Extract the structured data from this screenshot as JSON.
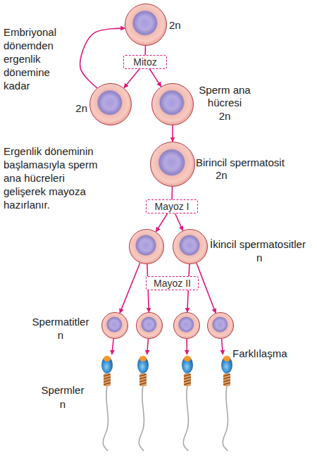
{
  "diagram": {
    "nodes": [
      {
        "text": [
          "2n"
        ]
      },
      {
        "text": [
          "Mitoz"
        ]
      },
      {
        "text": [
          "2n"
        ]
      },
      {
        "text": [
          "Sperm ana hücresi",
          "2n"
        ]
      },
      {
        "text": [
          "Birincil spermatosit",
          "2n"
        ]
      },
      {
        "text": [
          "Mayoz I"
        ]
      },
      {
        "text": []
      },
      {
        "text": [
          "İkincil spermatositler",
          "n"
        ]
      },
      {
        "text": [
          "Mayoz II"
        ]
      },
      {
        "text": [
          "Spermatitler",
          "n"
        ]
      },
      {
        "text": []
      },
      {
        "text": []
      },
      {
        "text": []
      },
      {
        "text": [
          "Spermler",
          "n"
        ]
      },
      {
        "text": []
      },
      {
        "text": []
      },
      {
        "text": []
      }
    ],
    "edges": [
      {
        "from": 0,
        "to": 1,
        "arrow": "none"
      },
      {
        "from": 1,
        "to": 2,
        "arrow": "to"
      },
      {
        "from": 1,
        "to": 3,
        "arrow": "to"
      },
      {
        "from": 2,
        "to": 0,
        "arrow": "to"
      },
      {
        "from": 3,
        "to": 4,
        "arrow": "to"
      },
      {
        "from": 4,
        "to": 5,
        "arrow": "none"
      },
      {
        "from": 5,
        "to": 6,
        "arrow": "to"
      },
      {
        "from": 5,
        "to": 7,
        "arrow": "to"
      },
      {
        "from": 6,
        "to": 9,
        "arrow": "to"
      },
      {
        "from": 6,
        "to": 10,
        "arrow": "to"
      },
      {
        "from": 7,
        "to": 11,
        "arrow": "to"
      },
      {
        "from": 7,
        "to": 12,
        "arrow": "to"
      },
      {
        "from": 9,
        "to": 13,
        "arrow": "to"
      },
      {
        "from": 10,
        "to": 14,
        "arrow": "to"
      },
      {
        "from": 11,
        "to": 15,
        "arrow": "to"
      },
      {
        "from": 12,
        "to": 16,
        "arrow": "to",
        "label": "Farklılaşma"
      }
    ],
    "labels": [
      "Embriyonal dönemden ergenlik dönemine kadar",
      "Ergenlik döneminin başlamasıyla sperm ana hücreleri gelişerek mayoza hazırlanır."
    ]
  }
}
